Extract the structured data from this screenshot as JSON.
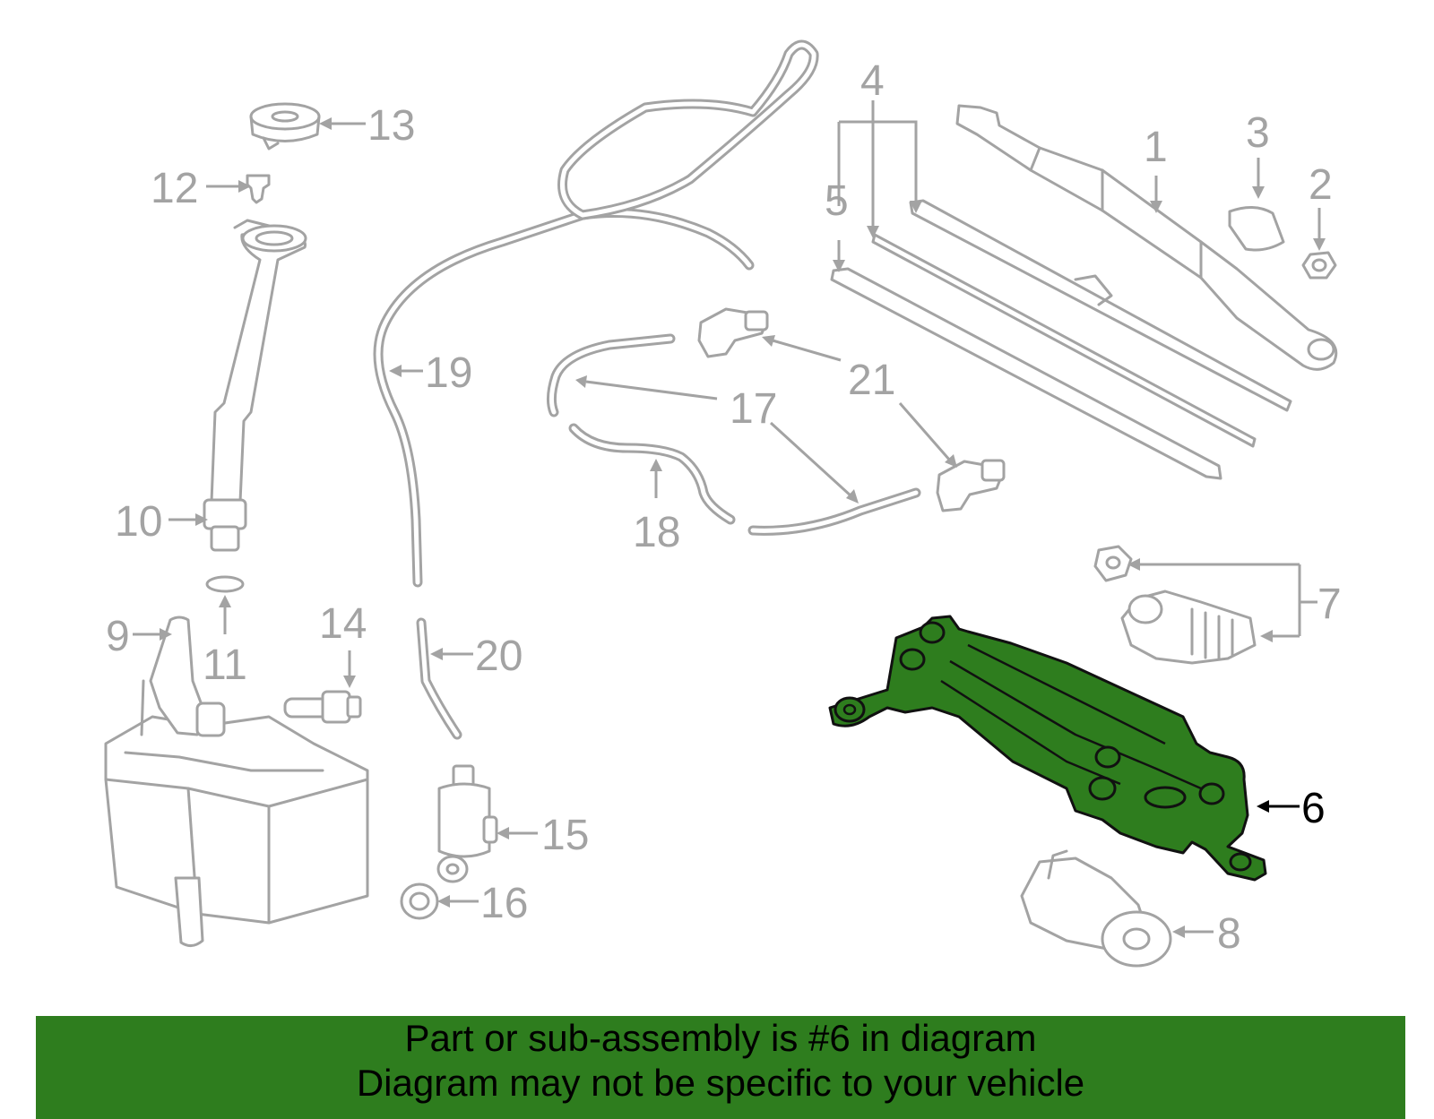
{
  "diagram": {
    "highlighted_part": "6",
    "highlight_color": "#2e7d1e",
    "part_color": "#a3a3a3",
    "callouts": {
      "p1": "1",
      "p2": "2",
      "p3": "3",
      "p4": "4",
      "p5": "5",
      "p6": "6",
      "p7": "7",
      "p8": "8",
      "p9": "9",
      "p10": "10",
      "p11": "11",
      "p12": "12",
      "p13": "13",
      "p14": "14",
      "p15": "15",
      "p16": "16",
      "p17": "17",
      "p18": "18",
      "p19": "19",
      "p20": "20",
      "p21": "21"
    }
  },
  "banner": {
    "line1": "Part or sub-assembly is #6 in diagram",
    "line2": "Diagram may not be specific to your vehicle",
    "background": "#2e7d1e"
  }
}
